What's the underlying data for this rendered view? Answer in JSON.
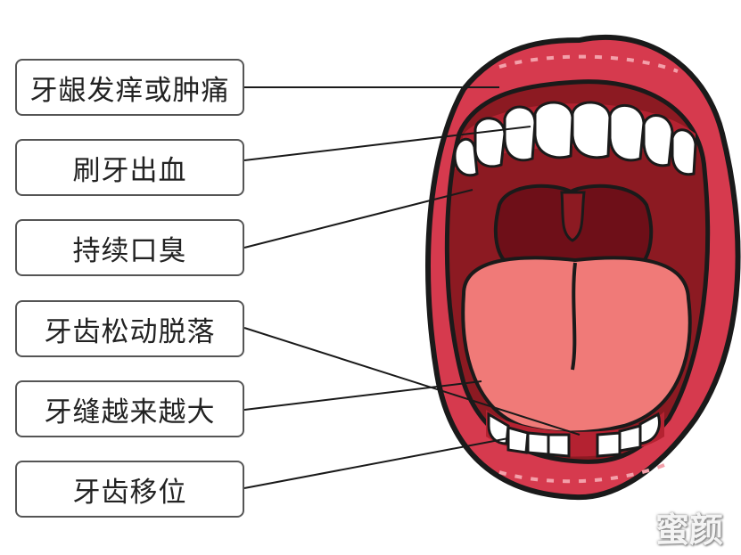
{
  "labels": [
    "牙龈发痒或肿痛",
    "刷牙出血",
    "持续口臭",
    "牙齿松动脱落",
    "牙缝越来越大",
    "牙齿移位"
  ],
  "watermark": "蜜颜",
  "colors": {
    "lip": "#d63a4e",
    "lip_outline": "#1a1a1a",
    "mouth_cavity": "#8c1a22",
    "tongue": "#f07a78",
    "teeth": "#ffffff",
    "gum": "#b42231"
  }
}
